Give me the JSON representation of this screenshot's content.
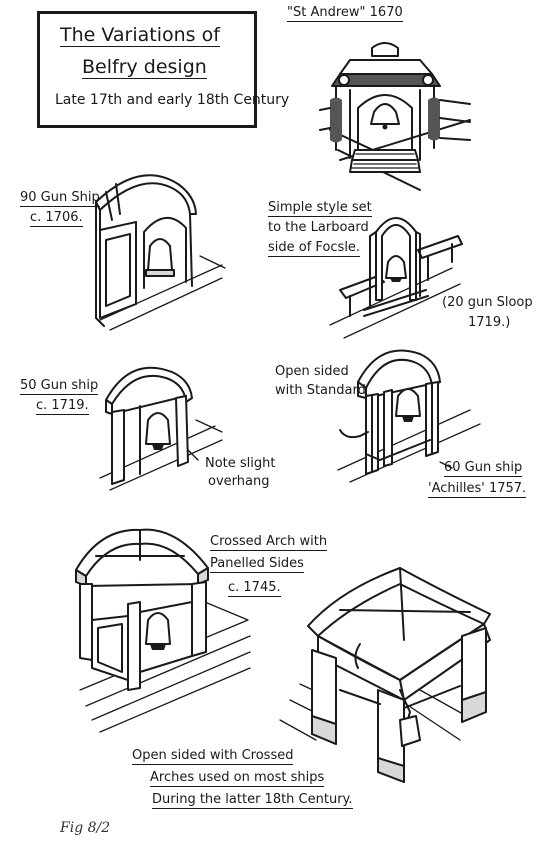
{
  "title": {
    "line1": "The Variations of",
    "line2": "Belfry design",
    "line3": "Late 17th and early 18th Century"
  },
  "labels": {
    "st_andrew": "\"St Andrew\" 1670",
    "gun90_a": "90 Gun Ship",
    "gun90_b": "c. 1706.",
    "simple_a": "Simple style set",
    "simple_b": "to the Larboard",
    "simple_c": "side of Focsle.",
    "sloop_a": "(20 gun Sloop",
    "sloop_b": "1719.)",
    "gun50_a": "50 Gun ship",
    "gun50_b": "c. 1719.",
    "open_std_a": "Open sided",
    "open_std_b": "with Standard",
    "note_a": "Note slight",
    "note_b": "overhang",
    "achilles_a": "60 Gun ship",
    "achilles_b": "'Achilles' 1757.",
    "crossed_a": "Crossed Arch with",
    "crossed_b": "Panelled Sides",
    "crossed_c": "c. 1745.",
    "bottom_a": "Open sided with Crossed",
    "bottom_b": "Arches used on most ships",
    "bottom_c": "During the latter 18th Century."
  },
  "caption": "Fig 8/2"
}
